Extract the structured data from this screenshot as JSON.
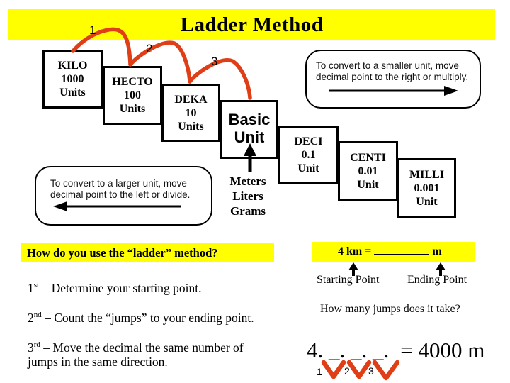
{
  "colors": {
    "highlight_yellow": "#FFFF00",
    "jump_red": "#DF3E16",
    "ink": "#000000"
  },
  "title": "Ladder Method",
  "ladder": {
    "jump_numbers": [
      "1",
      "2",
      "3"
    ],
    "steps": [
      {
        "name": "KILO",
        "value": "1000",
        "unit": "Units"
      },
      {
        "name": "HECTO",
        "value": "100",
        "unit": "Units"
      },
      {
        "name": "DEKA",
        "value": "10",
        "unit": "Units"
      },
      {
        "name": "DECI",
        "value": "0.1",
        "unit": "Unit"
      },
      {
        "name": "CENTI",
        "value": "0.01",
        "unit": "Unit"
      },
      {
        "name": "MILLI",
        "value": "0.001",
        "unit": "Unit"
      }
    ],
    "basic_unit": {
      "line1": "Basic",
      "line2": "Unit"
    },
    "base_units": [
      "Meters",
      "Liters",
      "Grams"
    ]
  },
  "callouts": {
    "smaller": {
      "line1": "To convert to a smaller unit, move",
      "line2": "decimal point to the right or multiply."
    },
    "larger": {
      "line1": "To convert to a larger unit, move",
      "line2": "decimal point to the left or divide."
    }
  },
  "how_to": {
    "question": "How do you use the “ladder” method?",
    "steps": [
      {
        "ord": "1",
        "sup": "st",
        "text": " – Determine your starting point."
      },
      {
        "ord": "2",
        "sup": "nd",
        "text": " – Count the “jumps” to your ending point."
      },
      {
        "ord": "3",
        "sup": "rd",
        "text": " – Move the decimal the same number of jumps in the same direction."
      }
    ]
  },
  "example": {
    "equation_prefix": "4 km =",
    "equation_suffix": "m",
    "starting_label": "Starting Point",
    "ending_label": "Ending Point",
    "jumps_question": "How many jumps does it take?",
    "result_blanks": "4. _. _. _.",
    "result_value": "= 4000 m",
    "jump_numbers": [
      "1",
      "2",
      "3"
    ]
  }
}
